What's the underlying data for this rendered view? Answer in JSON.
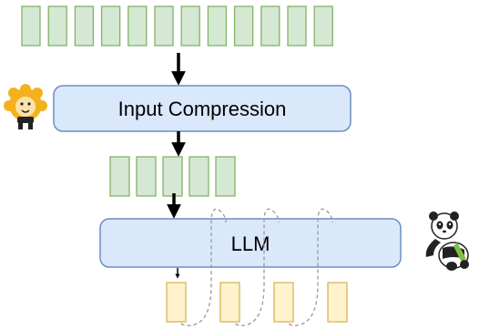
{
  "diagram": {
    "input_tokens": {
      "count": 12
    },
    "compression": {
      "label": "Input Compression"
    },
    "compressed_tokens": {
      "count": 5
    },
    "llm": {
      "label": "LLM"
    },
    "output_tokens": {
      "count": 4
    },
    "mascots": {
      "left": "lion-mascot",
      "right": "panda-mascot"
    },
    "colors": {
      "token_fill": "#d5e8d4",
      "token_stroke": "#82b366",
      "box_fill": "#dae8fc",
      "box_stroke": "#6c8ebf",
      "output_fill": "#fff2cc",
      "output_stroke": "#d6b656",
      "arrow": "#000000",
      "loop": "#999999"
    }
  }
}
